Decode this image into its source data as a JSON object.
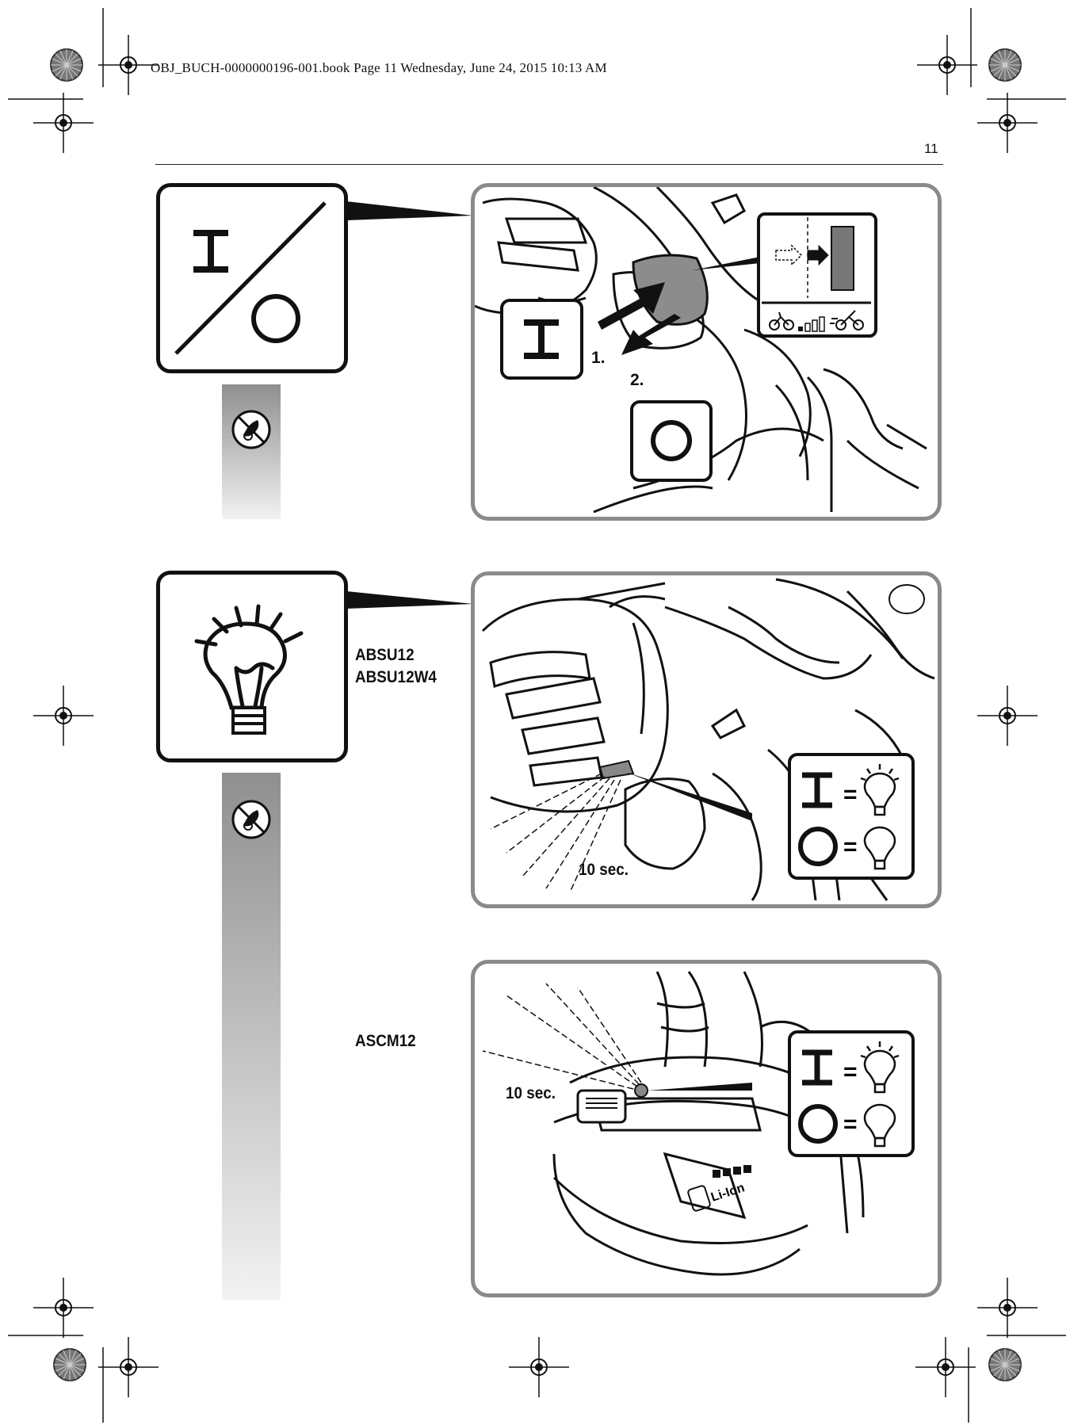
{
  "header": {
    "book_info": "OBJ_BUCH-0000000196-001.book  Page 11  Wednesday, June 24, 2015  10:13 AM",
    "page_number": "11"
  },
  "section_switch": {
    "icon_symbols": [
      "on-symbol",
      "off-symbol"
    ],
    "step_labels": [
      "1.",
      "2."
    ],
    "callout_symbols": [
      "I",
      "O"
    ],
    "strip_icon": "no-hand-guard-icon"
  },
  "section_light": {
    "models_top": [
      "ABSU12",
      "ABSU12W4"
    ],
    "models_bottom": [
      "ASCM12"
    ],
    "duration_top": "10 sec.",
    "duration_bottom": "10 sec.",
    "battery_label": "Li-Ion",
    "strip_icon": "no-hand-guard-icon"
  },
  "colors": {
    "panel_border": "#8a8a8a",
    "icon_border": "#111111",
    "strip_top": "#8f8f8f",
    "strip_bottom": "#f2f2f2"
  }
}
